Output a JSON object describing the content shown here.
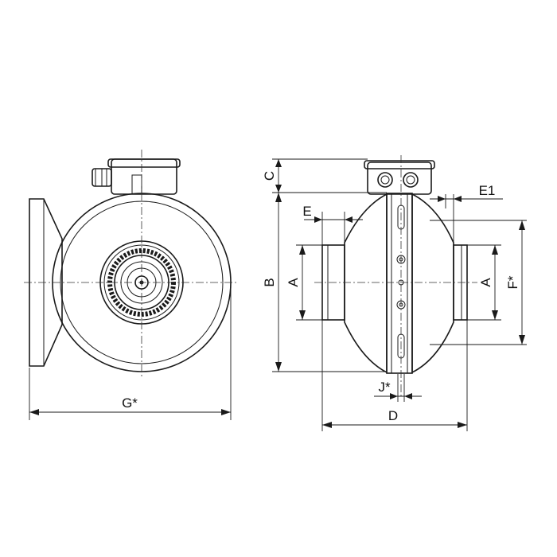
{
  "labels": {
    "g": "G*",
    "c": "C",
    "b": "B",
    "a_left": "A",
    "a_right": "A",
    "e": "E",
    "e1": "E1",
    "f": "F*",
    "j": "J*",
    "d": "D"
  }
}
